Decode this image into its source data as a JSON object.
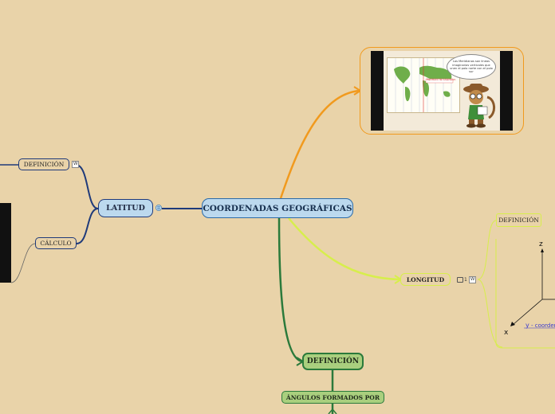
{
  "root": {
    "label": "COORDENADAS GEOGRÁFICAS"
  },
  "latitud": {
    "label": "LATITUD",
    "children": [
      {
        "label": "DEFINICIÓN",
        "badge": "W"
      },
      {
        "label": "CÁLCULO"
      }
    ]
  },
  "longitud": {
    "label": "LONGITUD",
    "badge_count": "1",
    "badge_icon": "W",
    "definition": {
      "label": "DEFINICIÓN"
    },
    "axes": {
      "z": "z",
      "x": "x",
      "y": "y",
      "y_text": "- coordenad"
    }
  },
  "definicion_branch": {
    "label": "DEFINICIÓN",
    "child": {
      "label": "ÁNGULOS FORMADOS POR"
    }
  },
  "video": {
    "bubble_text": "Los Meridianos son líneas imaginarias verticales que unen el polo norte con el polo sur",
    "map_label": "Meridiano de Greenwich"
  },
  "colors": {
    "background": "#e9d3a9",
    "latitud_branch": "#1f3a7a",
    "longitud_branch": "#d7ee4c",
    "definicion_branch": "#2b7a3b",
    "media_branch": "#f19a1e",
    "root_fill": "#bcd9ee"
  }
}
